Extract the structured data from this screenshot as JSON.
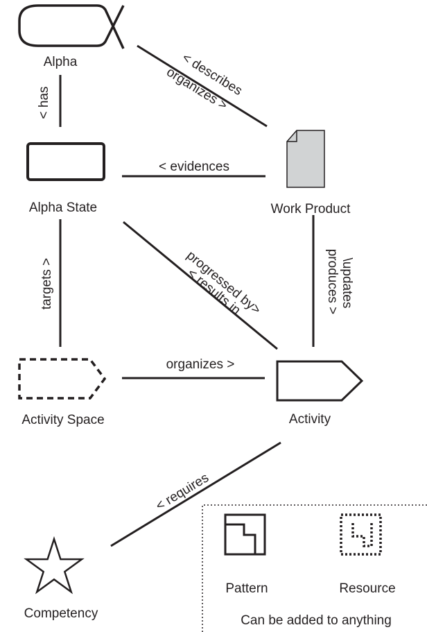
{
  "nodes": {
    "alpha": "Alpha",
    "alpha_state": "Alpha State",
    "work_product": "Work Product",
    "activity_space": "Activity Space",
    "activity": "Activity",
    "competency": "Competency",
    "pattern": "Pattern",
    "resource": "Resource"
  },
  "relations": {
    "has": "< has",
    "describes": "< describes",
    "organizes_alpha": "organizes >",
    "evidences": "< evidences",
    "targets": "targets >",
    "progressed_by": "progressed by>",
    "results_in": "< results in",
    "produces": "produces >",
    "updates": "\\updates",
    "organizes_activity": "organizes >",
    "requires": "< requires"
  },
  "legend": {
    "caption": "Can be added to anything"
  }
}
